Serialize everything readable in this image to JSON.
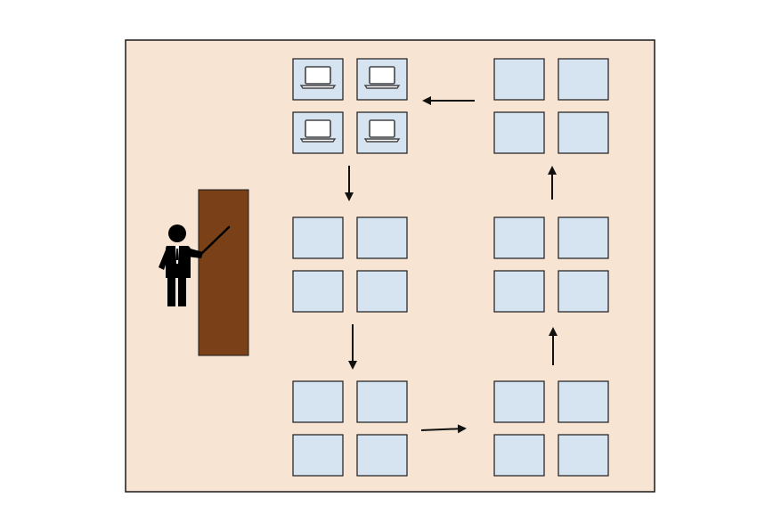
{
  "diagram": {
    "colors": {
      "room_fill": "#f8e4d2",
      "room_border": "#1a1a1a",
      "desk_fill": "#d6e4f2",
      "desk_border": "#1a1a1a",
      "board_fill": "#7a4118",
      "arrow": "#111111",
      "figure": "#000000"
    },
    "icons": {
      "teacher": "teacher-with-pointer-icon",
      "laptop": "laptop-icon",
      "board": "blackboard"
    },
    "groups": [
      {
        "id": "group-top-left",
        "has_laptops": true
      },
      {
        "id": "group-top-right",
        "has_laptops": false
      },
      {
        "id": "group-middle-left",
        "has_laptops": false
      },
      {
        "id": "group-middle-right",
        "has_laptops": false
      },
      {
        "id": "group-bottom-left",
        "has_laptops": false
      },
      {
        "id": "group-bottom-right",
        "has_laptops": false
      }
    ],
    "flow": [
      {
        "from": "group-top-right",
        "to": "group-top-left",
        "direction": "left"
      },
      {
        "from": "group-top-left",
        "to": "group-middle-left",
        "direction": "down"
      },
      {
        "from": "group-middle-left",
        "to": "group-bottom-left",
        "direction": "down"
      },
      {
        "from": "group-bottom-left",
        "to": "group-bottom-right",
        "direction": "right"
      },
      {
        "from": "group-bottom-right",
        "to": "group-middle-right",
        "direction": "up"
      },
      {
        "from": "group-middle-right",
        "to": "group-top-right",
        "direction": "up"
      }
    ]
  }
}
